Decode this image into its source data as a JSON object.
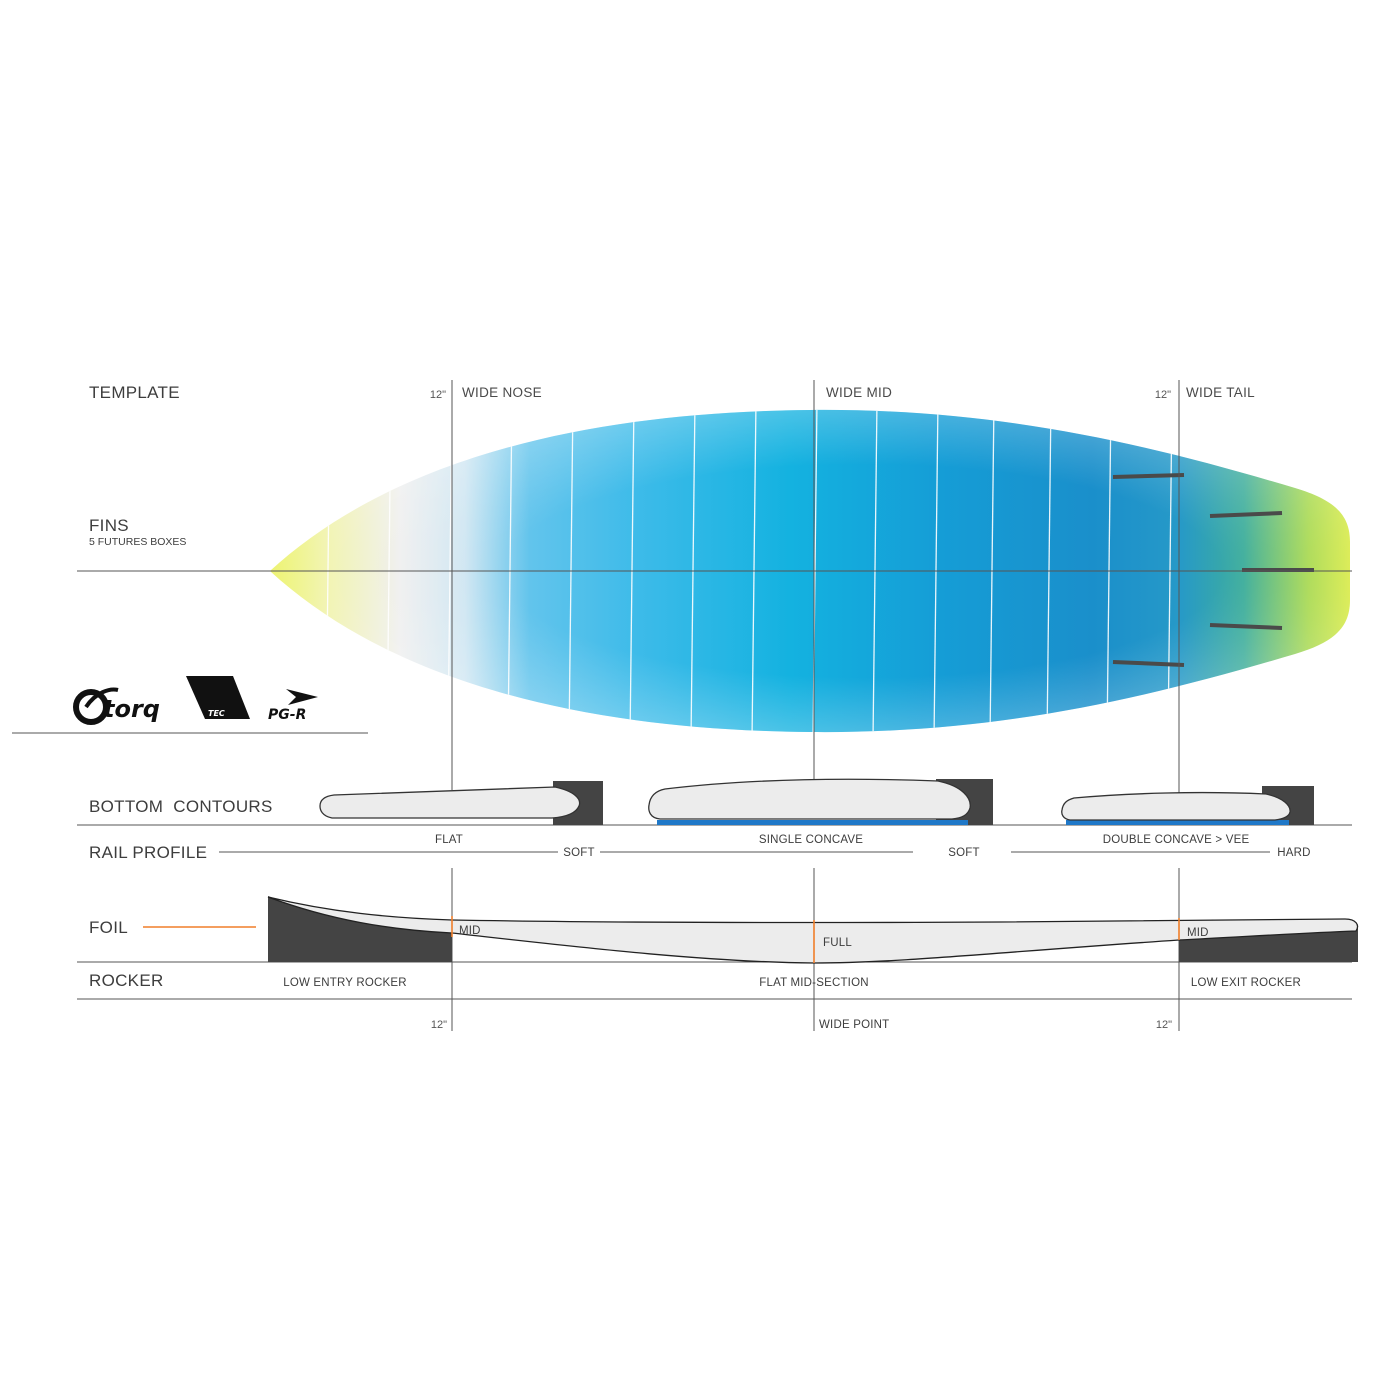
{
  "colors": {
    "ink": "#3d3d3d",
    "guide": "#555555",
    "dark_block": "#444444",
    "contour_fill": "#ececec",
    "concave_blue": "#1f78c8",
    "foil_accent": "#f07f2a",
    "board_nose_yellow": "#e6ef3a",
    "board_cyan": "#1ab6e2",
    "board_blue": "#1b8fcc",
    "board_tail_green": "#c8e23a"
  },
  "sections": {
    "template": "TEMPLATE",
    "fins": "FINS",
    "fins_sub": "5 FUTURES BOXES",
    "bottom_contours": "BOTTOM  CONTOURS",
    "rail_profile": "RAIL PROFILE",
    "foil": "FOIL",
    "rocker": "ROCKER"
  },
  "top_markers": {
    "nose_measure": "12\"",
    "nose_label": "WIDE NOSE",
    "mid_label": "WIDE MID",
    "tail_measure": "12\"",
    "tail_label": "WIDE TAIL"
  },
  "bottom_markers": {
    "nose_measure": "12\"",
    "mid_label": "WIDE POINT",
    "tail_measure": "12\""
  },
  "contours": {
    "nose": "FLAT",
    "mid": "SINGLE CONCAVE",
    "tail": "DOUBLE CONCAVE > VEE"
  },
  "rails": {
    "nose": "SOFT",
    "mid": "SOFT",
    "tail": "HARD"
  },
  "foil": {
    "nose": "MID",
    "mid": "FULL",
    "tail": "MID"
  },
  "rocker": {
    "nose": "LOW ENTRY ROCKER",
    "mid": "FLAT MID-SECTION",
    "tail": "LOW EXIT ROCKER"
  },
  "logos": {
    "torq": "torq",
    "tec": "TEC",
    "pgr": "PG-R"
  },
  "icons": {
    "fin": "fin-box-icon",
    "torq": "torq-logo",
    "tec": "tec-logo",
    "pgr": "pgr-logo"
  }
}
